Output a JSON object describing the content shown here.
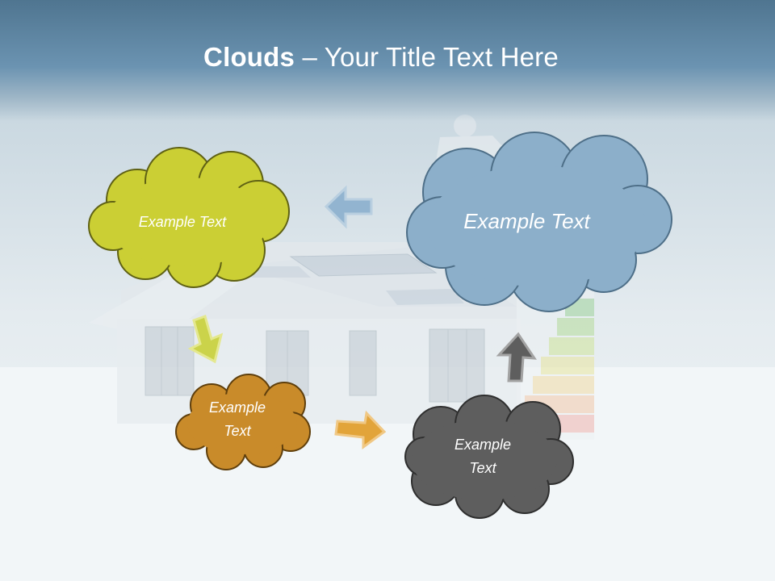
{
  "slide": {
    "title_bold": "Clouds",
    "title_rest": " – Your Title Text Here"
  },
  "clouds": [
    {
      "name": "yellow-green",
      "text": "Example Text",
      "fill": "#cbcf34"
    },
    {
      "name": "blue",
      "text": "Example Text",
      "fill": "#8cafca"
    },
    {
      "name": "orange",
      "text_line1": "Example",
      "text_line2": "Text",
      "fill": "#c98b2a"
    },
    {
      "name": "gray",
      "text_line1": "Example",
      "text_line2": "Text",
      "fill": "#5e5e5e"
    }
  ],
  "arrows": [
    {
      "name": "blue-left-arrow",
      "direction": "left",
      "color": "#8fb2cf"
    },
    {
      "name": "yellow-down-arrow",
      "direction": "down-right",
      "color": "#cbd34a"
    },
    {
      "name": "orange-right-arrow",
      "direction": "right",
      "color": "#e2a43a"
    },
    {
      "name": "gray-up-arrow",
      "direction": "up",
      "color": "#5e5e5e"
    }
  ],
  "colors": {
    "title_bar": "#5a84a4",
    "background": "#f3f6f8"
  }
}
